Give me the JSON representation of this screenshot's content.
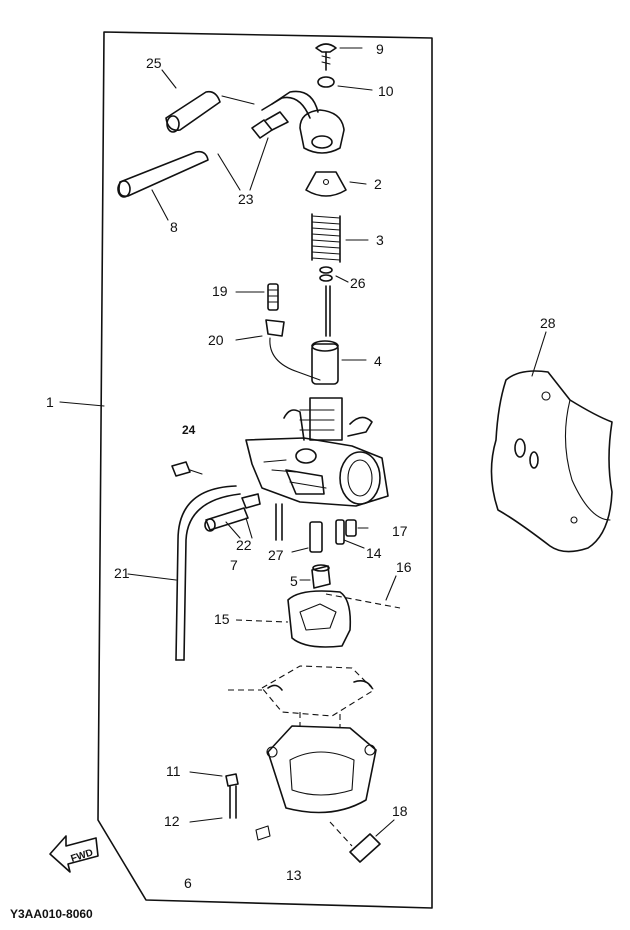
{
  "diagram": {
    "part_labels": {
      "p1": "1",
      "p2": "2",
      "p3": "3",
      "p4": "4",
      "p5": "5",
      "p6": "6",
      "p7": "7",
      "p8": "8",
      "p9": "9",
      "p10": "10",
      "p11": "11",
      "p12": "12",
      "p13": "13",
      "p14": "14",
      "p15": "15",
      "p16": "16",
      "p17": "17",
      "p18": "18",
      "p19": "19",
      "p20": "20",
      "p21": "21",
      "p22": "22",
      "p23": "23",
      "p24": "24",
      "p25": "25",
      "p26": "26",
      "p27": "27",
      "p28": "28"
    },
    "fwd_label": "FWD",
    "drawing_code": "Y3AA010-8060"
  }
}
